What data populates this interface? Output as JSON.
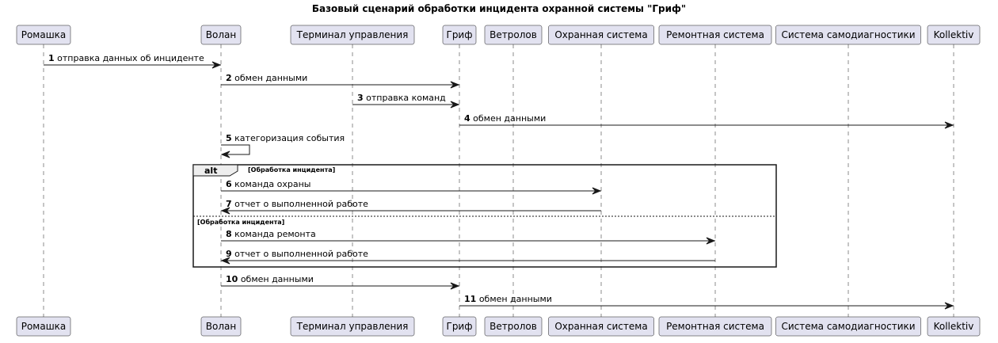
{
  "title": "Базовый сценарий обработки инцидента охранной системы \"Гриф\"",
  "participants": [
    {
      "id": "romashka",
      "name": "Ромашка"
    },
    {
      "id": "volan",
      "name": "Волан"
    },
    {
      "id": "terminal",
      "name": "Терминал управления"
    },
    {
      "id": "grif",
      "name": "Гриф"
    },
    {
      "id": "vetrolov",
      "name": "Ветролов"
    },
    {
      "id": "security",
      "name": "Охранная система"
    },
    {
      "id": "repair",
      "name": "Ремонтная система"
    },
    {
      "id": "selfdiag",
      "name": "Система самодиагностики"
    },
    {
      "id": "kollektiv",
      "name": "Kollektiv"
    }
  ],
  "messages": [
    {
      "num": "1",
      "text": "отправка данных об инциденте",
      "from": "romashka",
      "to": "volan"
    },
    {
      "num": "2",
      "text": "обмен данными",
      "from": "volan",
      "to": "grif"
    },
    {
      "num": "3",
      "text": "отправка команд",
      "from": "terminal",
      "to": "grif"
    },
    {
      "num": "4",
      "text": "обмен данными",
      "from": "grif",
      "to": "kollektiv"
    },
    {
      "num": "5",
      "text": "категоризация события",
      "from": "volan",
      "to": "volan"
    },
    {
      "num": "6",
      "text": "команда охраны",
      "from": "volan",
      "to": "security"
    },
    {
      "num": "7",
      "text": "отчет о выполненной работе",
      "from": "security",
      "to": "volan"
    },
    {
      "num": "8",
      "text": "команда ремонта",
      "from": "volan",
      "to": "repair"
    },
    {
      "num": "9",
      "text": "отчет о выполненной работе",
      "from": "repair",
      "to": "volan"
    },
    {
      "num": "10",
      "text": "обмен данными",
      "from": "volan",
      "to": "grif"
    },
    {
      "num": "11",
      "text": "обмен данными",
      "from": "grif",
      "to": "kollektiv"
    }
  ],
  "alt_fragment": {
    "keyword": "alt",
    "guard_1": "[Обработка инцидента]",
    "guard_2": "[Обработка инцидента]"
  }
}
